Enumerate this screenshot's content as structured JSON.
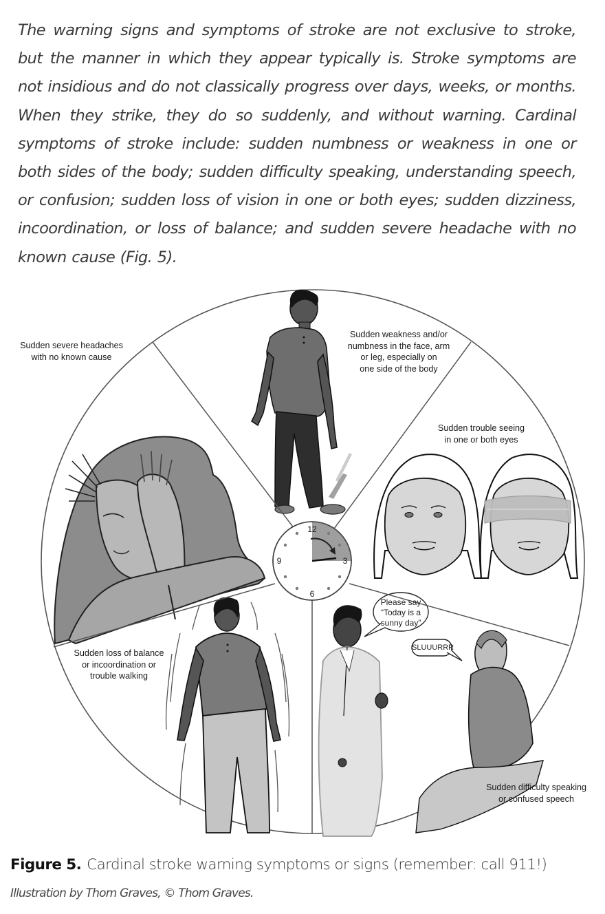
{
  "intro_paragraph": "The warning signs and symptoms of stroke are not exclusive to stroke, but the manner in which they appear typically is. Stroke symptoms are not insidious and do not classically progress over days, weeks, or months. When they strike, they do so suddenly, and without warning. Cardinal symptoms of stroke include: sudden numbness or weakness in one or both sides of the body; sudden difficulty speaking, understanding speech, or confusion; sudden loss of vision in one or both eyes; sudden dizziness, incoordination, or loss of balance; and sudden severe headache with no known cause (Fig. 5).",
  "figure": {
    "segments": [
      {
        "id": "headache",
        "label": "Sudden severe headaches\nwith no known cause",
        "illustration": "woman-holding-head-icon"
      },
      {
        "id": "weakness",
        "label": "Sudden weakness and/or\nnumbness in the face, arm\nor leg, especially on\none side of the body",
        "illustration": "standing-man-drooping-face-icon"
      },
      {
        "id": "vision",
        "label": "Sudden trouble seeing\nin one or both eyes",
        "illustration": "woman-faces-blindfold-icon"
      },
      {
        "id": "speech",
        "label": "Sudden difficulty speaking\nor confused speech",
        "illustration": "doctor-and-patient-icon"
      },
      {
        "id": "balance",
        "label": "Sudden loss of balance\nor incoordination or\ntrouble walking",
        "illustration": "unsteady-man-icon"
      }
    ],
    "speech_bubbles": {
      "doctor": "Please say\n“Today is a\nsunny day”",
      "patient": "SLUUURRR"
    },
    "clock": {
      "numbers": [
        "12",
        "3",
        "6",
        "9"
      ],
      "shaded_quarter": "12-3",
      "colors": {
        "shade": "#9e9e9e",
        "dots": "#7a7a7a"
      }
    },
    "colors": {
      "outline": "#555555",
      "dark_skin": "#555555",
      "mid_gray": "#8a8a8a",
      "light_gray": "#c8c8c8",
      "very_light_gray": "#e2e2e2"
    }
  },
  "caption": {
    "figure_number": "Figure 5.",
    "text": "Cardinal stroke warning symptoms or signs (remember: call 911!)",
    "credit": "Illustration by Thom Graves, © Thom Graves."
  }
}
